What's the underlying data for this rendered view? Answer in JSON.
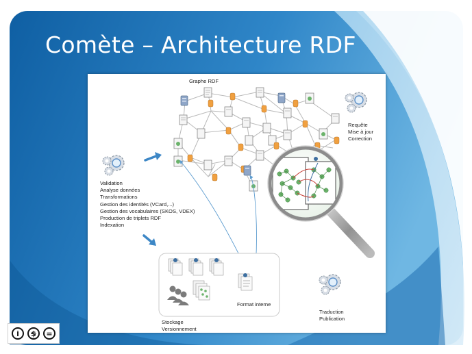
{
  "slide": {
    "title": "Comète – Architecture RDF"
  },
  "diagram": {
    "graph_label": "Graphe RDF",
    "query_lines": [
      "Requête",
      "Mise à jour",
      "Correction"
    ],
    "process_lines": [
      "Validation",
      "Analyse données",
      "Transformations",
      "Gestion des identités (VCard,...)",
      "Gestion des vocabulaires (SKOS, VDEX)",
      "Production de triplets RDF",
      "Indexation"
    ],
    "format_label": "Format interne",
    "storage_lines": [
      "Stockage",
      "Versionnement"
    ],
    "translation_lines": [
      "Traduction",
      "Publication"
    ]
  },
  "icons": [
    "gears-icon",
    "arrow-icon",
    "document-icon",
    "database-icon",
    "server-icon",
    "magnifier-icon",
    "cc-by-icon",
    "cc-nc-icon",
    "cc-nd-icon"
  ],
  "colors": {
    "slide_blue_dark": "#0d5c9e",
    "slide_blue_light": "#5ba8d8",
    "arrow_blue": "#3d87c6",
    "graph_edge": "#bdbdbd",
    "node_green": "#6bb36b",
    "link_red": "#c8443c"
  },
  "license": {
    "by_glyph": "i",
    "nc_glyph": "$",
    "nd_glyph": "="
  }
}
